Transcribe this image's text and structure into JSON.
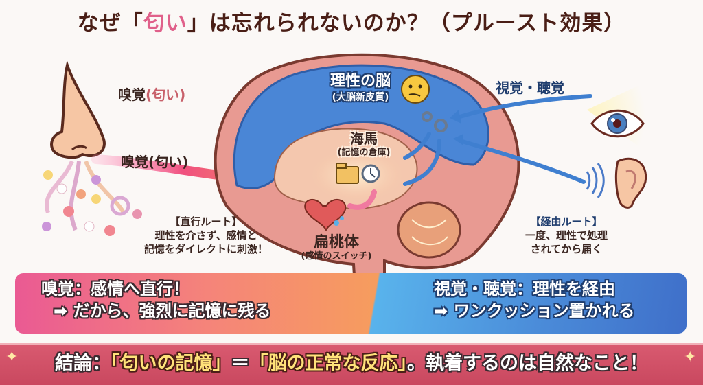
{
  "title": {
    "prefix": "なぜ「",
    "accent": "匂い",
    "suffix": "」は忘れられないのか？（プルースト効果）"
  },
  "left": {
    "smell_label_top": {
      "main": "嗅覚",
      "sub": "(匂い)"
    },
    "smell_label_arrow": "嗅覚(匂い)",
    "direct_route": {
      "heading": "【直行ルート】",
      "line1": "理性を介さず、感情と",
      "line2": "記憶をダイレクトに刺激！"
    }
  },
  "brain": {
    "cortex": {
      "title": "理性の脳",
      "subtitle": "(大脳新皮質)",
      "icon": "thinking-face-icon"
    },
    "hippocampus": {
      "title": "海馬",
      "subtitle": "(記憶の倉庫)",
      "icons": [
        "folder-icon",
        "clock-icon"
      ]
    },
    "amygdala": {
      "title": "扁桃体",
      "subtitle": "(感情のスイッチ)",
      "icon": "heart-icon"
    },
    "gears_icon": "gears-icon"
  },
  "right": {
    "senses_label": "視覚・聴覚",
    "via_route": {
      "heading": "【経由ルート】",
      "line1": "一度、理性で処理",
      "line2": "されてから届く"
    },
    "icons": [
      "eye-icon",
      "ear-icon",
      "sound-waves-icon"
    ]
  },
  "summary": {
    "left": {
      "line1": "嗅覚：感情へ直行！",
      "line2": "➡ だから、強烈に記憶に残る"
    },
    "right": {
      "line1": "視覚・聴覚：理性を経由",
      "line2": "➡ ワンクッション置かれる"
    }
  },
  "conclusion": {
    "prefix": "結論：",
    "q1": "「匂いの記憶」",
    "eq": "＝",
    "q2": "「脳の正常な反応」",
    "suffix": "。執着するのは自然なこと！"
  },
  "colors": {
    "title": "#4a1e16",
    "accent_pink": "#e0608a",
    "cortex_blue": "#4a86d6",
    "brain_pink": "#e89a92",
    "left_box_start": "#ea5a93",
    "left_box_end": "#f6a05a",
    "right_box_start": "#59b3ec",
    "right_box_end": "#3f6fc9",
    "banner": "#d95a70"
  }
}
